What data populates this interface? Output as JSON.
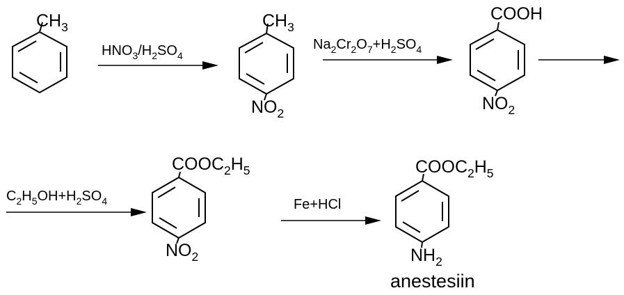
{
  "reagents": {
    "step1": [
      "HNO",
      "3",
      "/H",
      "2",
      "SO",
      "4"
    ],
    "step2": [
      "Na",
      "2",
      "Cr",
      "2",
      "O",
      "7",
      "+H",
      "2",
      "SO",
      "4"
    ],
    "step3": [
      "C",
      "2",
      "H",
      "5",
      "OH+H",
      "2",
      "SO",
      "4"
    ],
    "step4": "Fe+HCl"
  },
  "compounds": {
    "toluene": {
      "top": [
        "CH",
        "3"
      ]
    },
    "nitrotoluene": {
      "top": [
        "CH",
        "3"
      ],
      "bottom": [
        "NO",
        "2"
      ]
    },
    "nitrobenzoic_acid": {
      "top": "COOH",
      "bottom": [
        "NO",
        "2"
      ]
    },
    "nitro_ester": {
      "top": [
        "COOC",
        "2",
        "H",
        "5"
      ],
      "bottom": [
        "NO",
        "2"
      ]
    },
    "anestesiin": {
      "top": [
        "COOC",
        "2",
        "H",
        "5"
      ],
      "bottom": [
        "NH",
        "2"
      ],
      "caption": "anestesiin"
    }
  }
}
